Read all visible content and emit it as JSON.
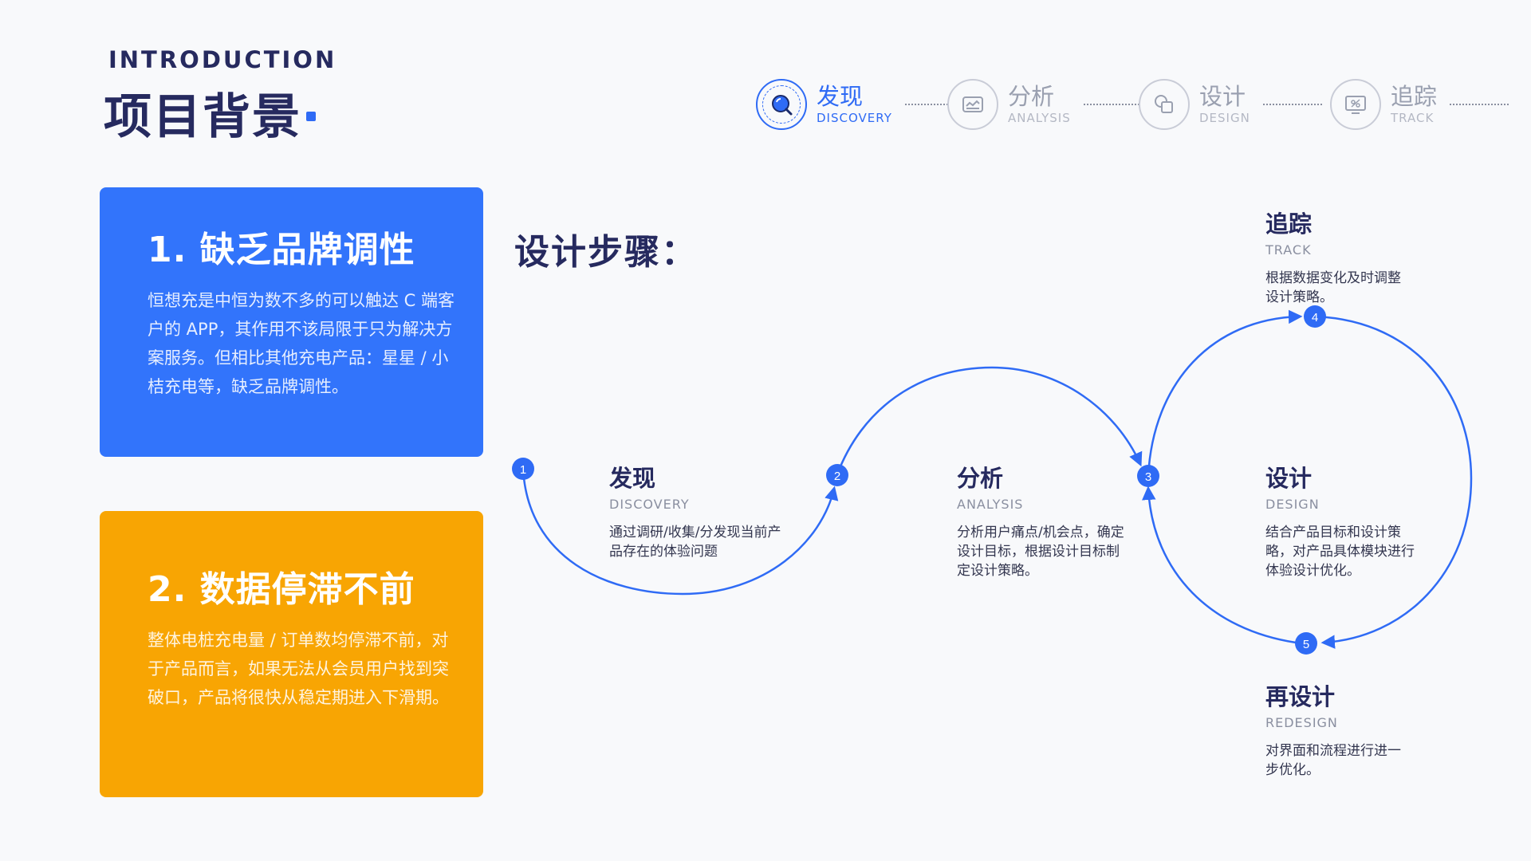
{
  "header": {
    "intro": "INTRODUCTION",
    "title": "项目背景"
  },
  "stepper": [
    {
      "zh": "发现",
      "en": "DISCOVERY",
      "icon": "search-icon",
      "active": true
    },
    {
      "zh": "分析",
      "en": "ANALYSIS",
      "icon": "chart-card-icon",
      "active": false
    },
    {
      "zh": "设计",
      "en": "DESIGN",
      "icon": "shapes-icon",
      "active": false
    },
    {
      "zh": "追踪",
      "en": "TRACK",
      "icon": "monitor-chart-icon",
      "active": false
    }
  ],
  "cards": [
    {
      "title": "1. 缺乏品牌调性",
      "body": "恒想充是中恒为数不多的可以触达 C 端客户的 APP，其作用不该局限于只为解决方案服务。但相比其他充电产品：星星 / 小桔充电等，缺乏品牌调性。"
    },
    {
      "title": "2. 数据停滞不前",
      "body": "整体电桩充电量 / 订单数均停滞不前，对于产品而言，如果无法从会员用户找到突破口，产品将很快从稳定期进入下滑期。"
    }
  ],
  "diagram": {
    "label": "设计步骤：",
    "nodes": [
      "1",
      "2",
      "3",
      "4",
      "5"
    ],
    "labels": [
      {
        "zh": "发现",
        "en": "DISCOVERY",
        "desc": "通过调研/收集/分发现当前产品存在的体验问题"
      },
      {
        "zh": "分析",
        "en": "ANALYSIS",
        "desc": "分析用户痛点/机会点，确定设计目标，根据设计目标制定设计策略。"
      },
      {
        "zh": "追踪",
        "en": "TRACK",
        "desc": "根据数据变化及时调整设计策略。"
      },
      {
        "zh": "设计",
        "en": "DESIGN",
        "desc": "结合产品目标和设计策略，对产品具体模块进行体验设计优化。"
      },
      {
        "zh": "再设计",
        "en": "REDESIGN",
        "desc": "对界面和流程进行进一步优化。"
      }
    ]
  },
  "colors": {
    "accent": "#2f6bf5",
    "blue_card": "#3274fb",
    "orange_card": "#f8a503",
    "navy": "#262a5f"
  }
}
